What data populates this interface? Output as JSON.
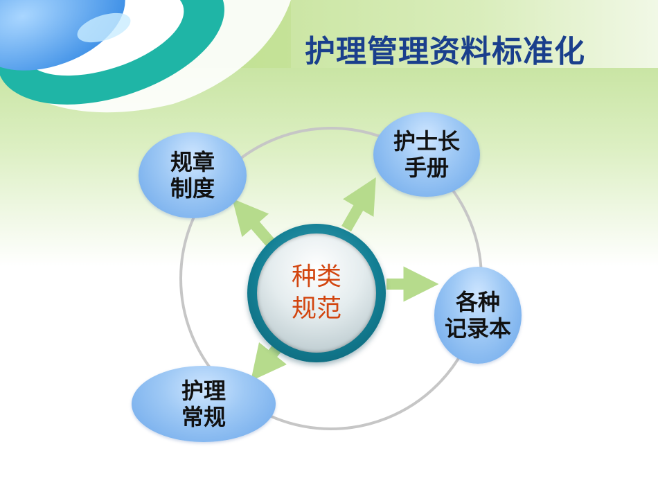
{
  "title": "护理管理资料标准化",
  "center": {
    "line1": "种类",
    "line2": "规范"
  },
  "nodes": [
    {
      "id": "rules",
      "line1": "规章",
      "line2": "制度"
    },
    {
      "id": "handbook",
      "line1": "护士长",
      "line2": "手册"
    },
    {
      "id": "records",
      "line1": "各种",
      "line2": "记录本"
    },
    {
      "id": "routine",
      "line1": "护理",
      "line2": "常规"
    }
  ],
  "colors": {
    "title": "#1a3f8c",
    "center_text": "#d2450f",
    "bubble": "#8fbdf0",
    "center_ring": "#137f94",
    "arrow": "#b6db8c"
  }
}
